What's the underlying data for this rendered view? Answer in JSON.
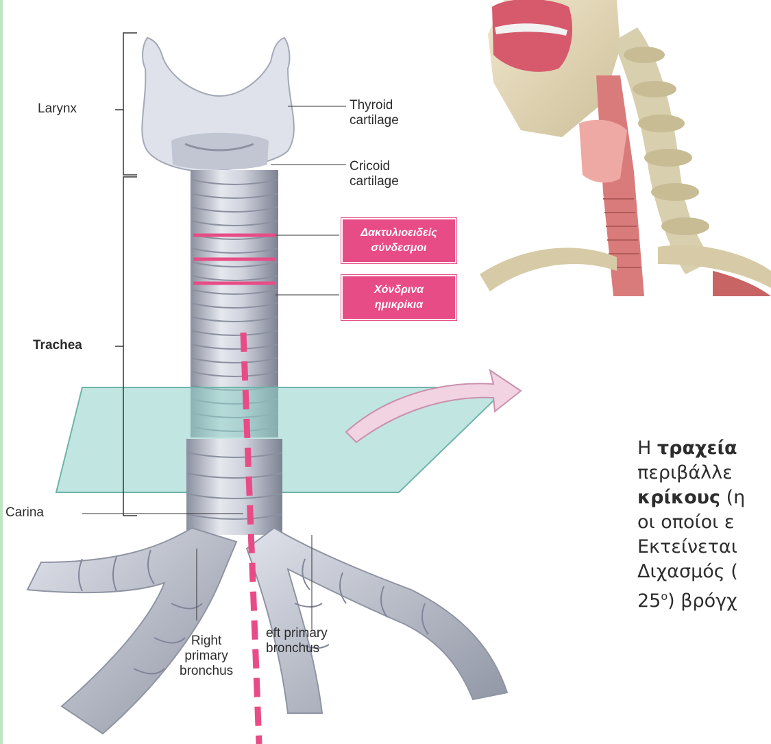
{
  "labels": {
    "larynx": "Larynx",
    "thyroid_cartilage": "Thyroid\ncartilage",
    "cricoid_cartilage": "Cricoid\ncartilage",
    "trachea": "Trachea",
    "carina": "Carina",
    "left_primary_bronchus": "eft primary\nbronchus",
    "right_primary_bronchus": "Right\nprimary\nbronchus"
  },
  "callouts": {
    "annular_ligaments": "Δακτυλιοειδείς\nσύνδεσμοι",
    "cartilage_rings": "Χόνδρινα\nημικρίκια"
  },
  "body_text": {
    "line1_prefix": "Η ",
    "line1_bold": "τραχεία",
    "line2": "περιβάλλε",
    "line3_bold": "κρίκους",
    "line3_rest": " (η",
    "line4": "οι οποίοι ε",
    "line5": "Εκτείνεται",
    "line6": "Διχασμός (",
    "line7_prefix": "25",
    "line7_sup": "ο",
    "line7_rest": ") βρόγχ"
  },
  "colors": {
    "accent_pink": "#e84c86",
    "plane": "#8ecfc6",
    "cartilage": "#c9ccd6"
  }
}
